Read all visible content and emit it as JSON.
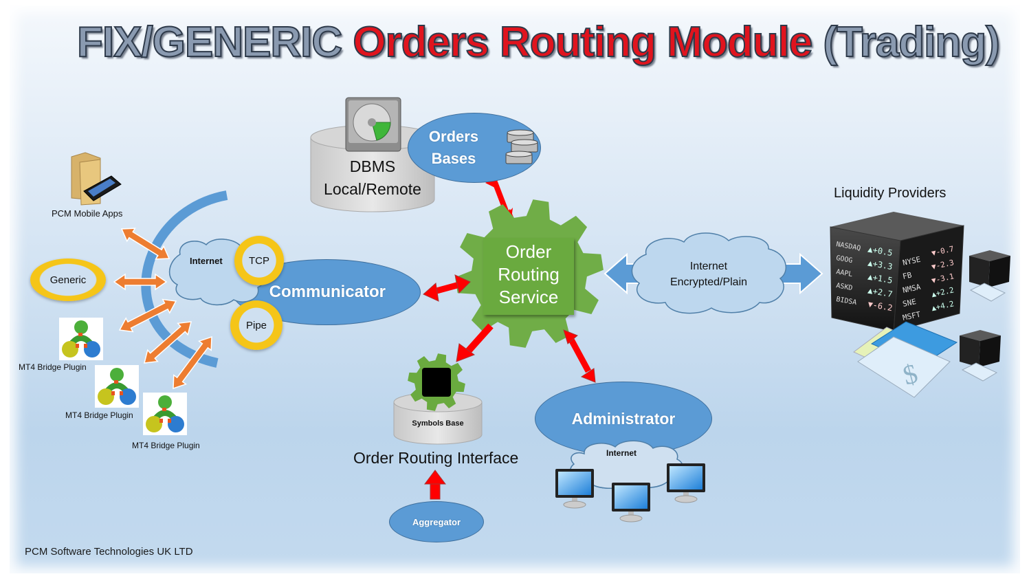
{
  "title": {
    "part1": "FIX/GENERIC",
    "part2": "Orders Routing Module",
    "part3": "(Trading)"
  },
  "nodes": {
    "dbms": {
      "line1": "DBMS",
      "line2": "Local/Remote",
      "icon": "hard-drive-icon"
    },
    "orders_bases": {
      "line1": "Orders",
      "line2": "Bases",
      "icon": "database-stack-icon"
    },
    "order_routing_service": {
      "line1": "Order",
      "line2": "Routing",
      "line3": "Service",
      "icon": "gear-icon"
    },
    "communicator": {
      "label": "Communicator"
    },
    "communicator_cloud": {
      "label": "Internet",
      "icon": "cloud-icon"
    },
    "tcp": {
      "label": "TCP"
    },
    "pipe": {
      "label": "Pipe"
    },
    "liquidity_cloud": {
      "line1": "Internet",
      "line2": "Encrypted/Plain",
      "icon": "cloud-icon"
    },
    "liquidity_providers": {
      "label": "Liquidity Providers",
      "icon": "stock-ticker-cube-icon",
      "ticker_left": [
        {
          "symbol": "NASDAQ",
          "change": "+0.5",
          "dir": "up"
        },
        {
          "symbol": "GOOG",
          "change": "+3.3",
          "dir": "up"
        },
        {
          "symbol": "AAPL",
          "change": "+1.5",
          "dir": "up"
        },
        {
          "symbol": "ASKD",
          "change": "+2.7",
          "dir": "up"
        },
        {
          "symbol": "BIDSA",
          "change": "-6.2",
          "dir": "down"
        }
      ],
      "ticker_right": [
        {
          "symbol": "NYSE",
          "change": "-0.7",
          "dir": "down"
        },
        {
          "symbol": "FB",
          "change": "-2.3",
          "dir": "down"
        },
        {
          "symbol": "NMSA",
          "change": "-3.1",
          "dir": "down"
        },
        {
          "symbol": "SNE",
          "change": "+2.2",
          "dir": "up"
        },
        {
          "symbol": "MSFT",
          "change": "+4.2",
          "dir": "up"
        }
      ]
    },
    "symbols_base": {
      "label": "Symbols Base",
      "icon": "chip-gear-icon"
    },
    "order_routing_interface": {
      "label": "Order Routing Interface"
    },
    "aggregator": {
      "label": "Aggregator"
    },
    "administrator": {
      "label": "Administrator",
      "cloud_label": "Internet",
      "icon": "monitor-icon"
    },
    "mobile_apps": {
      "label": "PCM Mobile Apps",
      "icon": "folder-phone-icon"
    },
    "generic": {
      "label": "Generic"
    },
    "mt4_plugins": [
      {
        "label": "MT4 Bridge Plugin",
        "icon": "metatrader-icon"
      },
      {
        "label": "MT4 Bridge Plugin",
        "icon": "metatrader-icon"
      },
      {
        "label": "MT4 Bridge Plugin",
        "icon": "metatrader-icon"
      }
    ]
  },
  "footer": {
    "company": "PCM Software Technologies UK LTD"
  },
  "colors": {
    "title_red": "#e0141e",
    "title_gray": "#8a9ab0",
    "node_blue": "#5b9bd5",
    "gear_green": "#70ad47",
    "ring_yellow": "#f5c518",
    "arrow_red": "#ff0000",
    "arrow_orange": "#ed7d31",
    "cloud_blue": "#bdd7ee"
  }
}
